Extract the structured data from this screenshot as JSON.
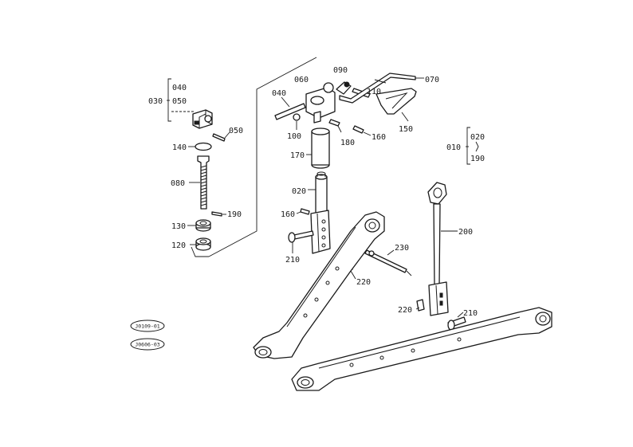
{
  "labels": {
    "p040a": "040",
    "p030": "030",
    "p050a": "050",
    "p050b": "050",
    "p140": "140",
    "p080": "080",
    "p190a": "190",
    "p130": "130",
    "p120": "120",
    "p040b": "040",
    "p060": "060",
    "p090": "090",
    "p110": "110",
    "p070": "070",
    "p100": "100",
    "p180": "180",
    "p160a": "160",
    "p150": "150",
    "p170": "170",
    "p020a": "020",
    "p160b": "160",
    "p210a": "210",
    "p230": "230",
    "p220a": "220",
    "p200": "200",
    "p220b": "220",
    "p210b": "210",
    "p010": "010",
    "p020b": "020",
    "p190b": "190"
  },
  "refs": {
    "ref1": "J0109-01",
    "ref2": "J0606-03"
  }
}
